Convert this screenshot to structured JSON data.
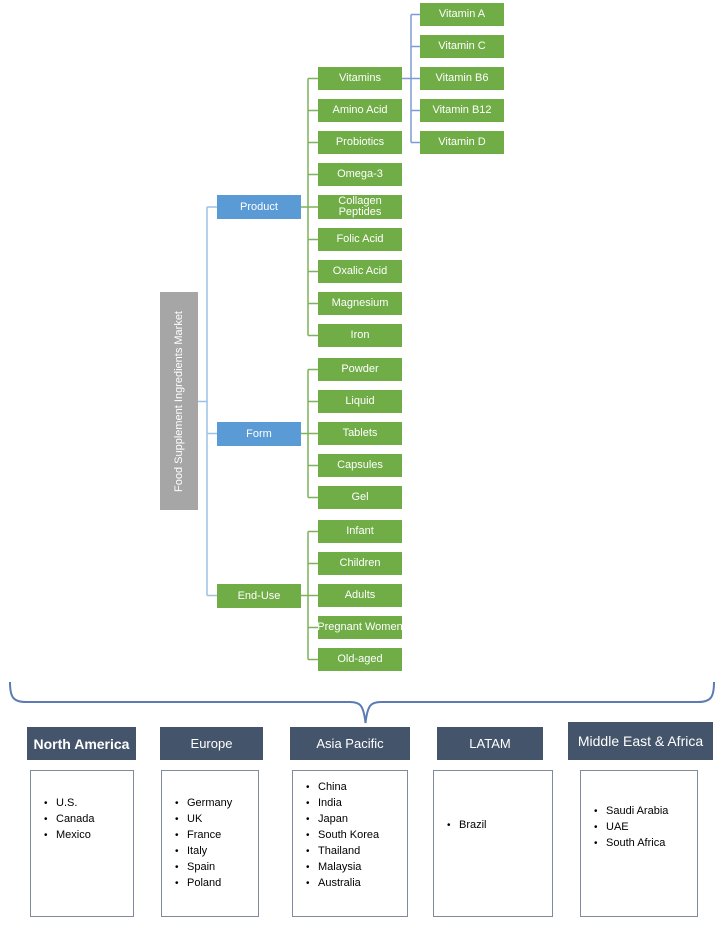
{
  "bullet_char": "•",
  "root_label": "Food Supplement Ingredients Market",
  "tree": {
    "branches": [
      {
        "label": "Product",
        "children": [
          "Vitamins",
          "Amino Acid",
          "Probiotics",
          "Omega-3",
          "Collagen Peptides",
          "Folic Acid",
          "Oxalic Acid",
          "Magnesium",
          "Iron"
        ]
      },
      {
        "label": "Form",
        "children": [
          "Powder",
          "Liquid",
          "Tablets",
          "Capsules",
          "Gel"
        ]
      },
      {
        "label": "End-Use",
        "children": [
          "Infant",
          "Children",
          "Adults",
          "Pregnant Women",
          "Old-aged"
        ]
      }
    ],
    "vitamins_children": [
      "Vitamin A",
      "Vitamin C",
      "Vitamin B6",
      "Vitamin B12",
      "Vitamin D"
    ]
  },
  "regions": [
    {
      "name": "North America",
      "countries": [
        "U.S.",
        "Canada",
        "Mexico"
      ]
    },
    {
      "name": "Europe",
      "countries": [
        "Germany",
        "UK",
        "France",
        "Italy",
        "Spain",
        "Poland"
      ]
    },
    {
      "name": "Asia Pacific",
      "countries": [
        "China",
        "India",
        "Japan",
        "South Korea",
        "Thailand",
        "Malaysia",
        "Australia"
      ]
    },
    {
      "name": "LATAM",
      "countries": [
        "Brazil"
      ]
    },
    {
      "name": "Middle East & Africa",
      "countries": [
        "Saudi Arabia",
        "UAE",
        "South Africa"
      ]
    }
  ],
  "colors": {
    "leaf_green": "#70AD47",
    "branch_blue": "#5B9BD5",
    "root_gray": "#A6A6A6",
    "region_header": "#44546A",
    "connector_green": "#7FB25A",
    "connector_light_blue": "#9CC2E5",
    "connector_blue": "#7E9CD4",
    "brace_blue": "#5B7BB4"
  }
}
